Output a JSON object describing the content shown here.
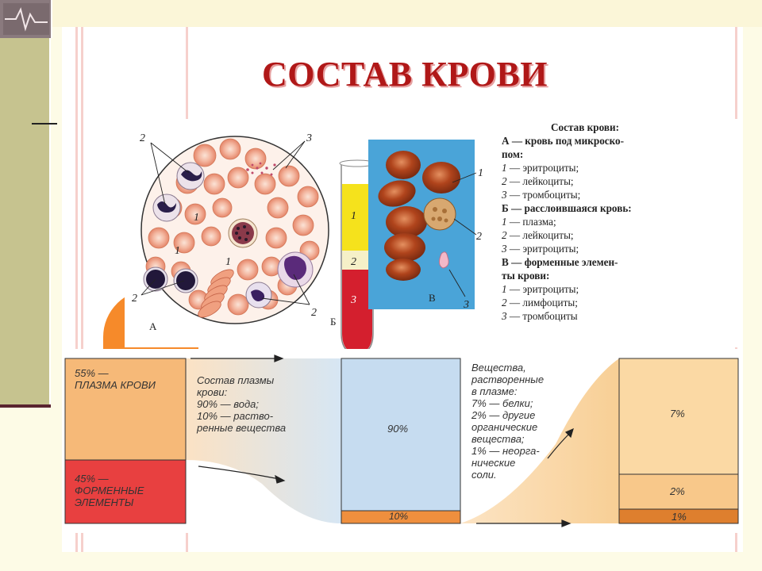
{
  "title": "СОСТАВ КРОВИ",
  "legend": {
    "heading": "Состав крови:",
    "a_line1": "А — кровь под микроско-",
    "a_line2": "пом:",
    "a_items": [
      {
        "num": "1",
        "text": "— эритроциты;"
      },
      {
        "num": "2",
        "text": "— лейкоциты;"
      },
      {
        "num": "3",
        "text": "— тромбоциты;"
      }
    ],
    "b_line": "Б — расслоившаяся кровь:",
    "b_items": [
      {
        "num": "1",
        "text": "— плазма;"
      },
      {
        "num": "2",
        "text": "— лейкоциты;"
      },
      {
        "num": "3",
        "text": "— эритроциты;"
      }
    ],
    "v_line1": "В — форменные элемен-",
    "v_line2": "ты крови:",
    "v_items": [
      {
        "num": "1",
        "text": "— эритроциты;"
      },
      {
        "num": "2",
        "text": "— лимфоциты;"
      },
      {
        "num": "3",
        "text": "— тромбоциты"
      }
    ]
  },
  "figure_labels": {
    "a": "А",
    "b": "Б",
    "v": "В",
    "n1": "1",
    "n2": "2",
    "n3": "3"
  },
  "bottom": {
    "plasma_line1": "55% —",
    "plasma_line2": "ПЛАЗМА КРОВИ",
    "formed_line1": "45% —",
    "formed_line2": "ФОРМЕННЫЕ",
    "formed_line3": "ЭЛЕМЕНТЫ",
    "plasma_desc": [
      "Состав плазмы",
      "крови:",
      "90% — вода;",
      "10% — раство-",
      "ренные вещества"
    ],
    "water_pct": "90%",
    "solutes_pct": "10%",
    "solutes_desc": [
      "Вещества,",
      "растворенные",
      "в плазме:",
      "7% — белки;",
      "2% — другие",
      "органические",
      "вещества;",
      "1% — неорга-",
      "нические",
      "соли."
    ],
    "proteins_pct": "7%",
    "organic_pct": "2%",
    "salts_pct": "1%"
  },
  "colors": {
    "title": "#b01818",
    "plasma": "#f6b978",
    "formed": "#e84040",
    "water": "#c6dcf0",
    "solutes": "#ef8f3e",
    "proteins": "#fbd9a4",
    "organic": "#f8c88a",
    "salts": "#de7f2e",
    "plasma_layer": "#f5e21c",
    "leuko_layer": "#f5f0c8",
    "erythro_layer": "#d41f2e"
  },
  "chart_data": {
    "type": "bar",
    "series": [
      {
        "name": "ПЛАЗМА КРОВИ",
        "values": [
          55
        ]
      },
      {
        "name": "ФОРМЕННЫЕ ЭЛЕМЕНТЫ",
        "values": [
          45
        ]
      }
    ],
    "plasma_composition": [
      {
        "name": "вода",
        "value": 90
      },
      {
        "name": "раство-ренные вещества",
        "value": 10
      }
    ],
    "solutes_composition": [
      {
        "name": "белки",
        "value": 7
      },
      {
        "name": "другие органические вещества",
        "value": 2
      },
      {
        "name": "неорга-нические соли",
        "value": 1
      }
    ]
  }
}
